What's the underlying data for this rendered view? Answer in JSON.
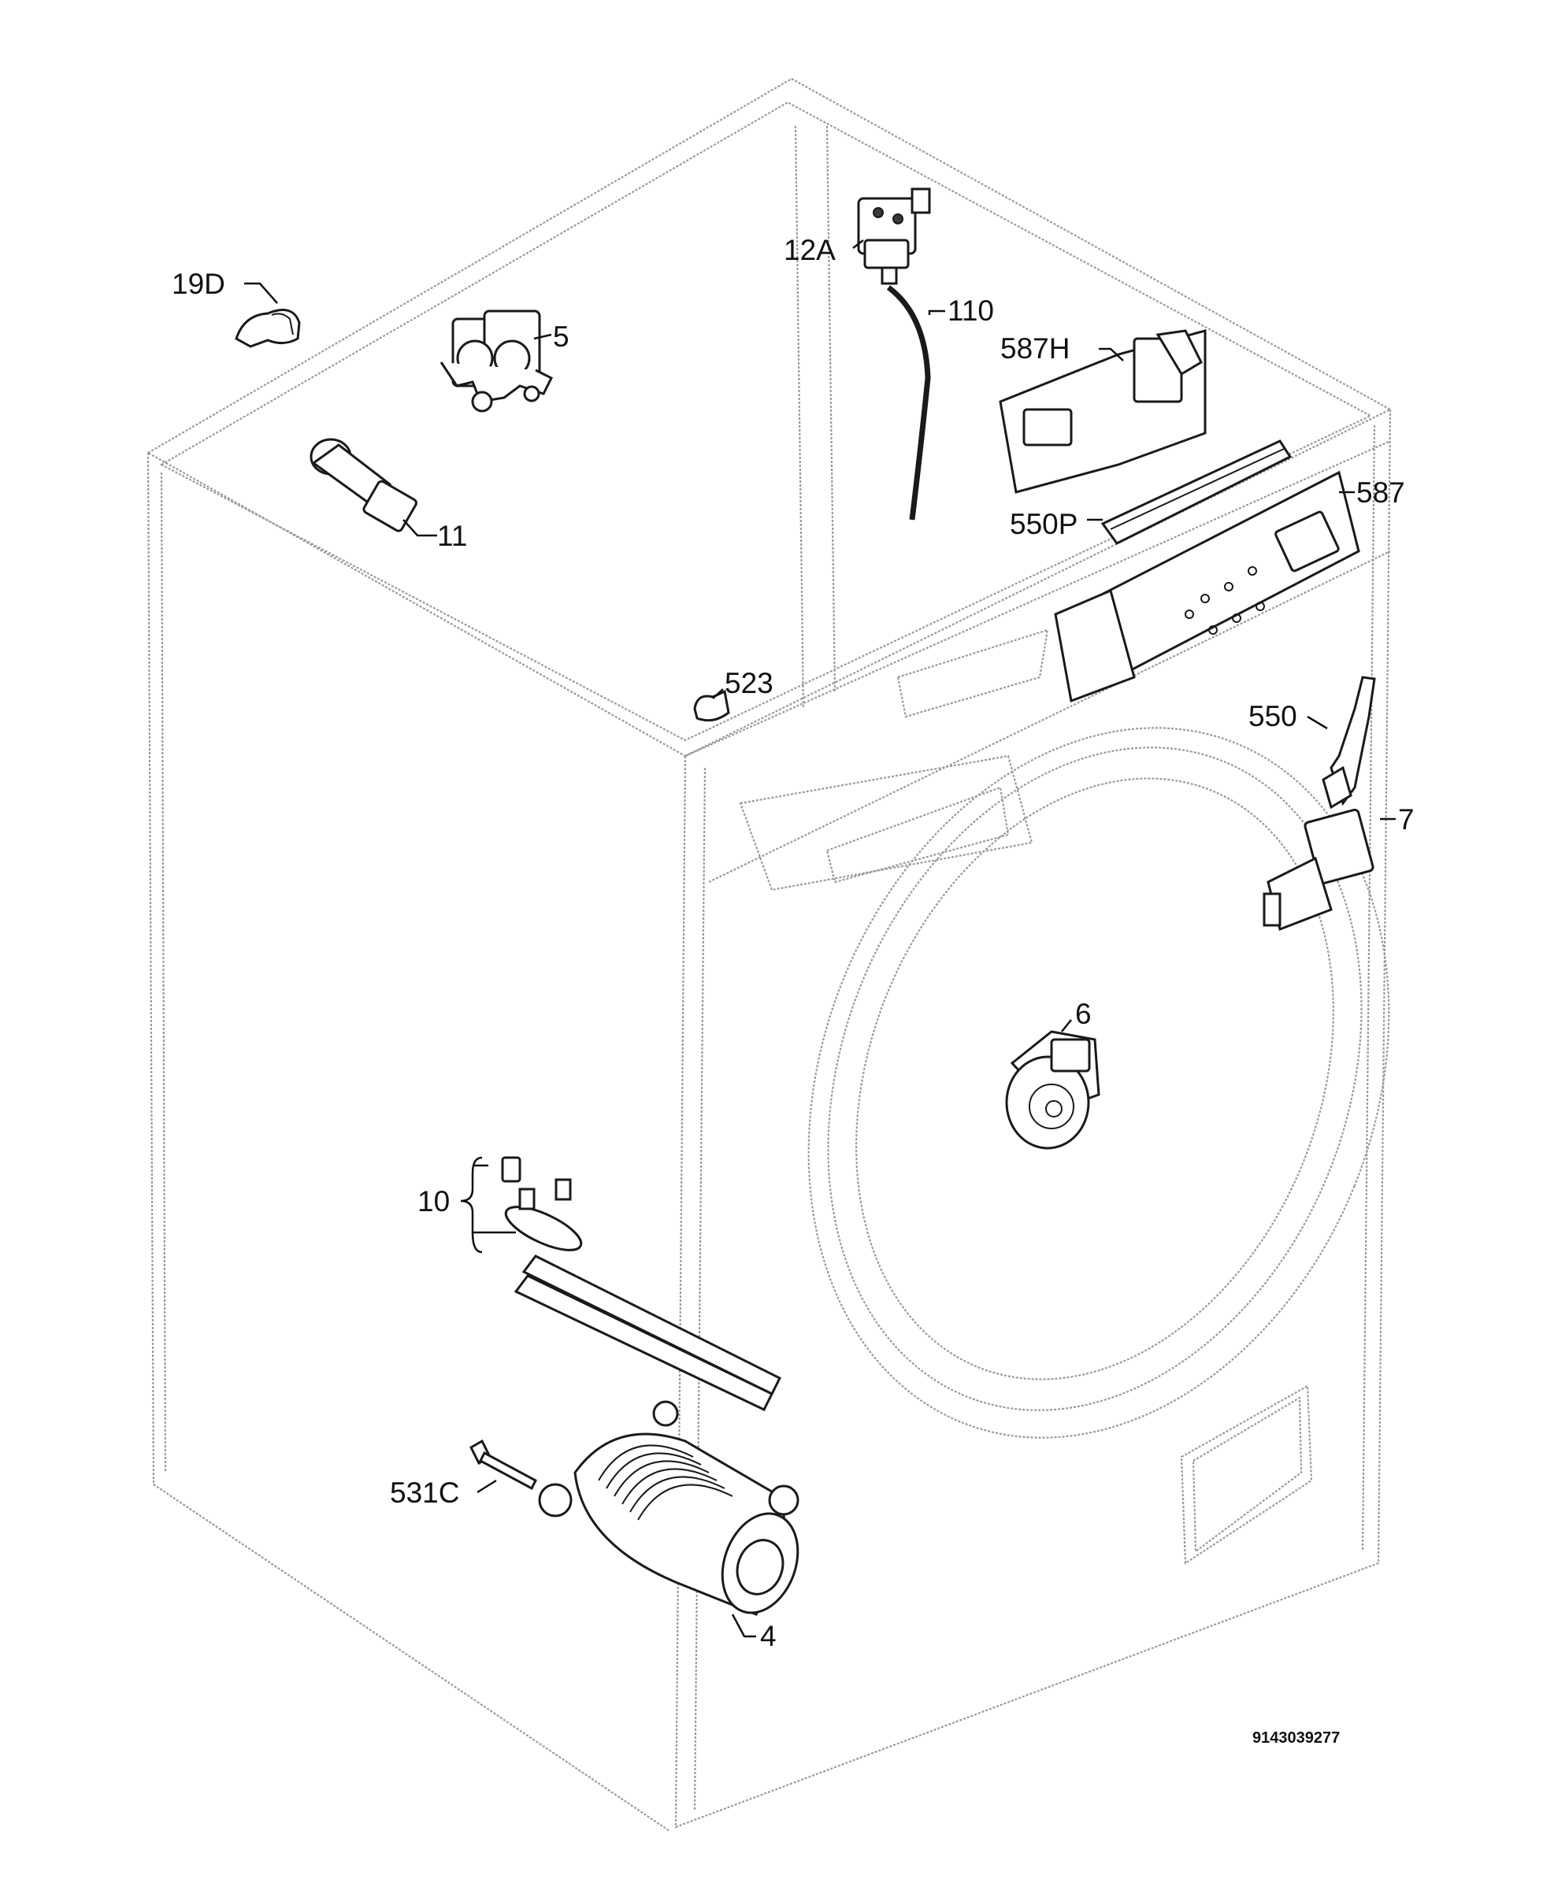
{
  "callouts": {
    "p19d": "19D",
    "p5": "5",
    "p11": "11",
    "p12a": "12A",
    "p110": "110",
    "p587h": "587H",
    "p550p": "550P",
    "p587": "587",
    "p523": "523",
    "p550": "550",
    "p7": "7",
    "p6": "6",
    "p10": "10",
    "p531c": "531C",
    "p4": "4"
  },
  "document_number": "9143039277"
}
